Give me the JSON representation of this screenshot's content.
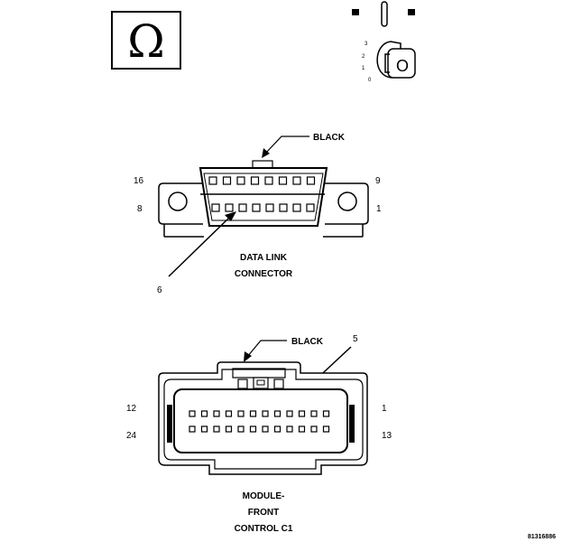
{
  "ohm_symbol": "Ω",
  "key_positions": [
    "3",
    "2",
    "1",
    "0"
  ],
  "key_text": "O",
  "data_link_connector": {
    "wire_color": "BLACK",
    "title_line1": "DATA LINK",
    "title_line2": "CONNECTOR",
    "pin_top_left": "16",
    "pin_top_right": "9",
    "pin_bottom_left": "8",
    "pin_bottom_right": "1",
    "pointer_pin": "6"
  },
  "module_connector": {
    "wire_color": "BLACK",
    "pointer_pin": "5",
    "pin_top_left": "12",
    "pin_top_right": "1",
    "pin_bottom_left": "24",
    "pin_bottom_right": "13",
    "title_line1": "MODULE-",
    "title_line2": "FRONT",
    "title_line3": "CONTROL C1"
  },
  "figure_code": "81316886"
}
